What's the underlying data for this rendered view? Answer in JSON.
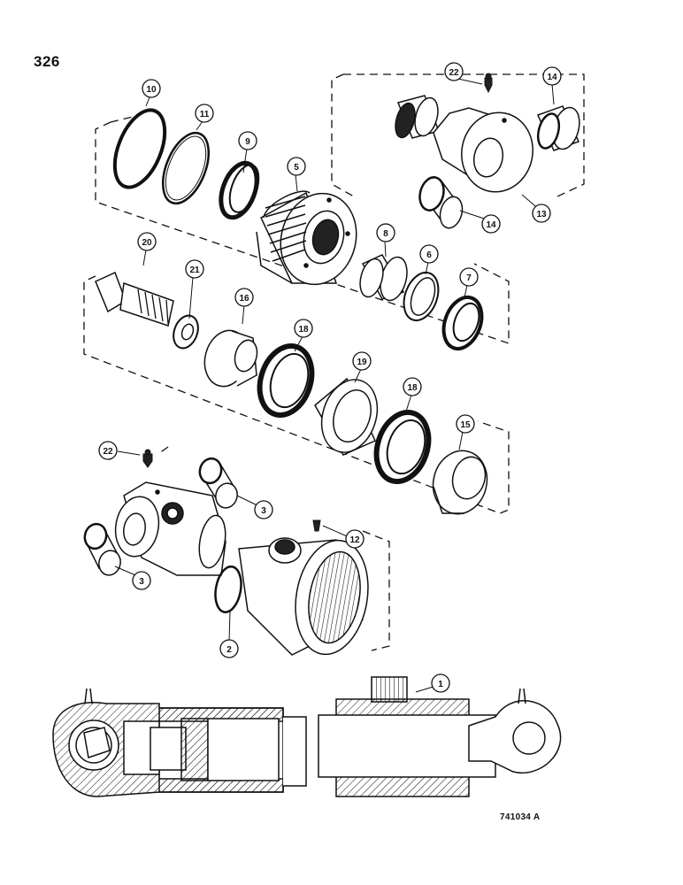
{
  "page": {
    "number": "326",
    "drawing_code": "741034 A"
  },
  "callouts": [
    {
      "id": "c1",
      "label": "1"
    },
    {
      "id": "c2",
      "label": "2"
    },
    {
      "id": "c3a",
      "label": "3"
    },
    {
      "id": "c3b",
      "label": "3"
    },
    {
      "id": "c5",
      "label": "5"
    },
    {
      "id": "c6",
      "label": "6"
    },
    {
      "id": "c7",
      "label": "7"
    },
    {
      "id": "c8",
      "label": "8"
    },
    {
      "id": "c9",
      "label": "9"
    },
    {
      "id": "c10",
      "label": "10"
    },
    {
      "id": "c11",
      "label": "11"
    },
    {
      "id": "c12",
      "label": "12"
    },
    {
      "id": "c13",
      "label": "13"
    },
    {
      "id": "c14a",
      "label": "14"
    },
    {
      "id": "c14b",
      "label": "14"
    },
    {
      "id": "c15",
      "label": "15"
    },
    {
      "id": "c16",
      "label": "16"
    },
    {
      "id": "c18a",
      "label": "18"
    },
    {
      "id": "c18b",
      "label": "18"
    },
    {
      "id": "c19",
      "label": "19"
    },
    {
      "id": "c20",
      "label": "20"
    },
    {
      "id": "c21",
      "label": "21"
    },
    {
      "id": "c22a",
      "label": "22"
    },
    {
      "id": "c22b",
      "label": "22"
    }
  ]
}
